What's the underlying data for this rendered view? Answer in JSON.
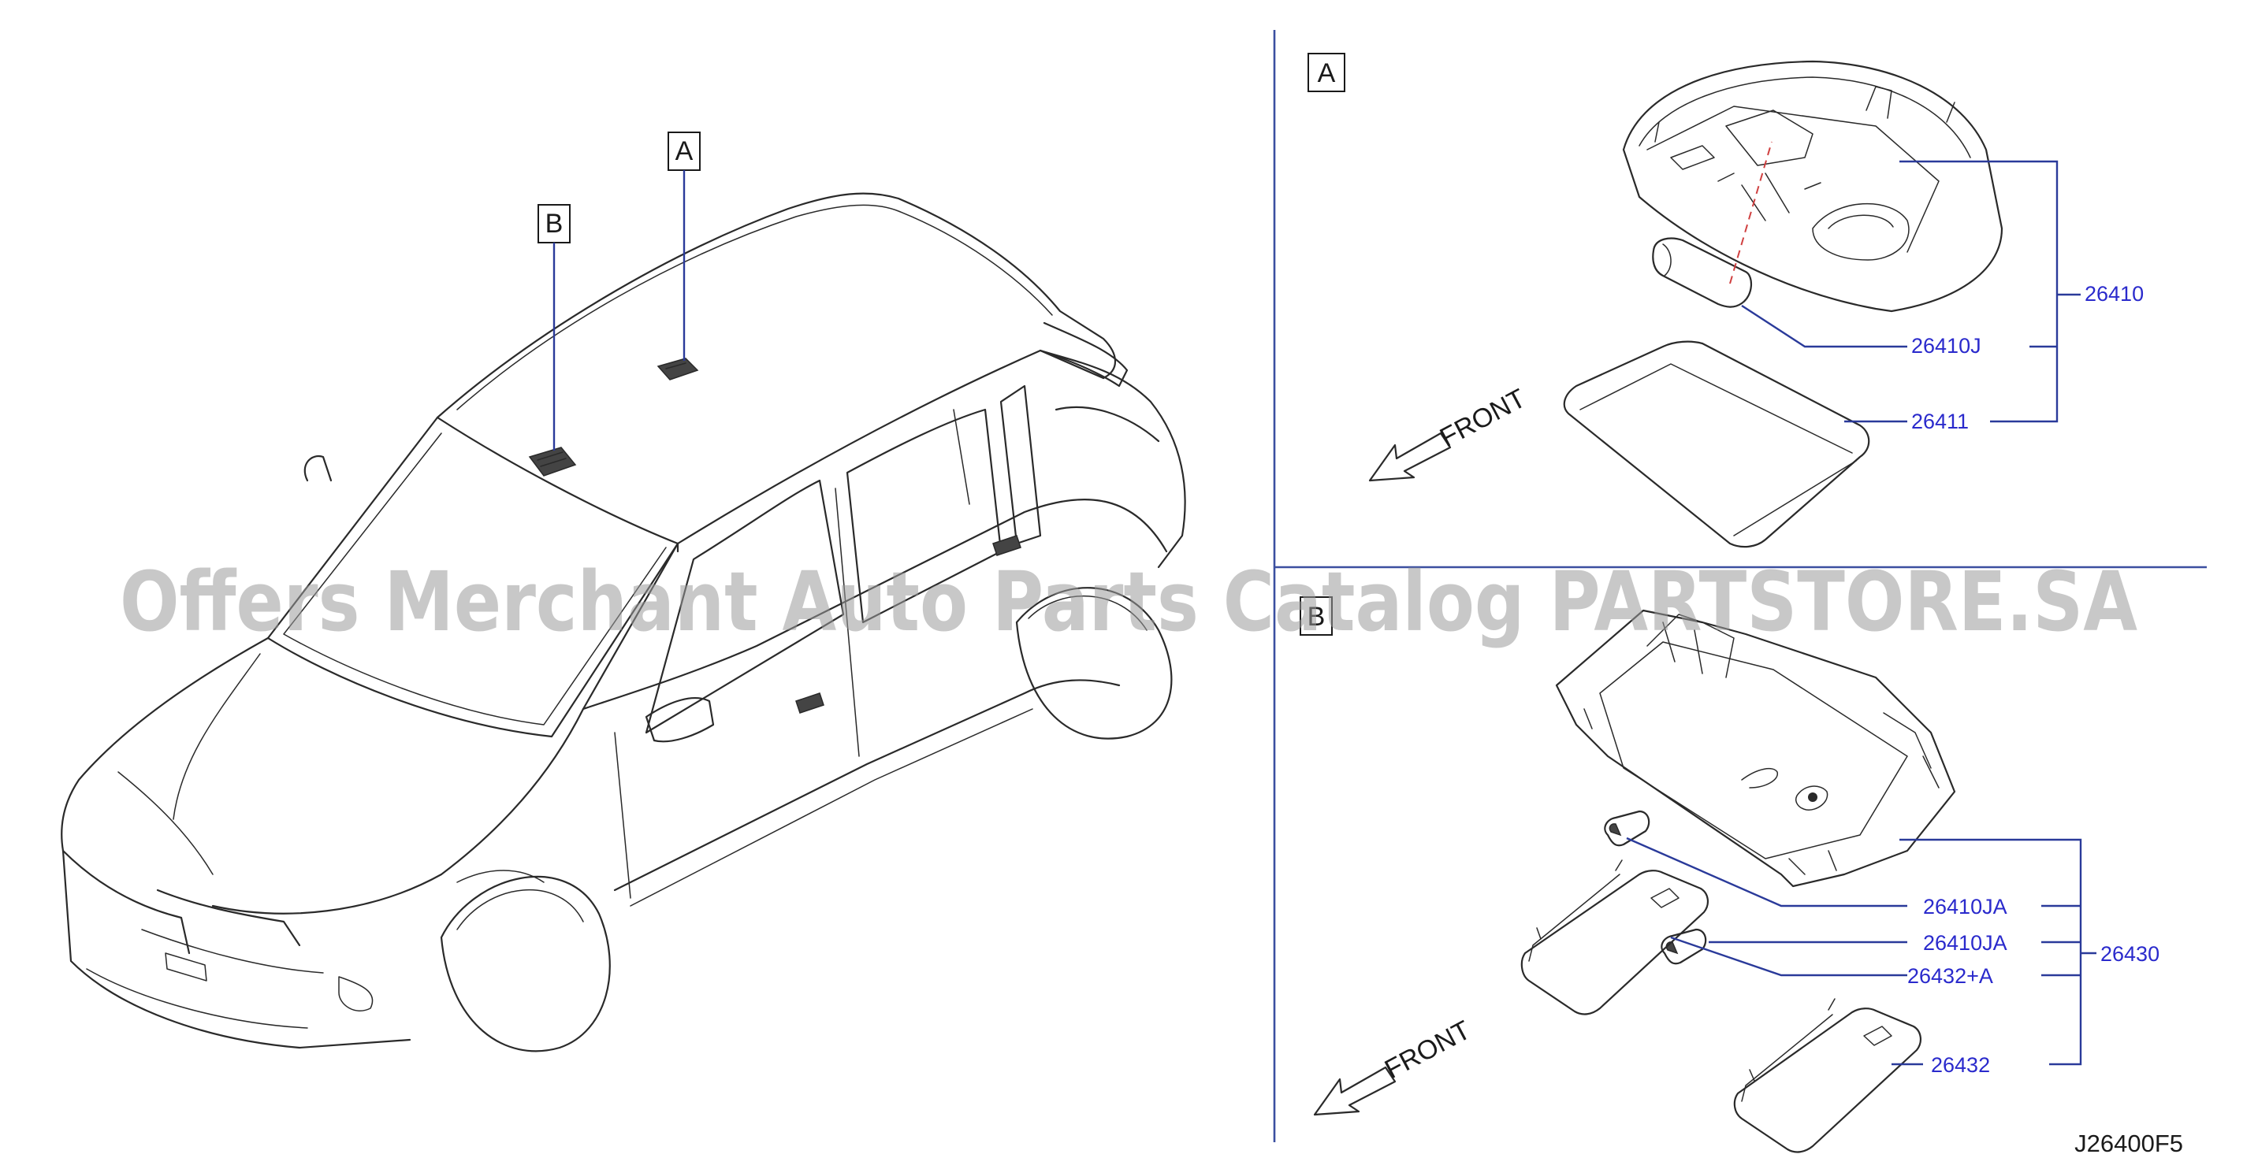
{
  "watermark": "Offers Merchant Auto Parts Catalog PARTSTORE.SA",
  "diagram_ref": "J26400F5",
  "overview": {
    "label_a": "A",
    "label_b": "B"
  },
  "panel_a": {
    "label": "A",
    "front": "FRONT",
    "callouts": [
      "26410",
      "26410J",
      "26411"
    ]
  },
  "panel_b": {
    "label": "B",
    "front": "FRONT",
    "callouts": [
      "26410JA",
      "26410JA",
      "26432+A",
      "26430",
      "26432"
    ]
  },
  "colors": {
    "line_art": "#2a2a2a",
    "leader": "#2a3a9a",
    "callout_text": "#2a2acc",
    "divider": "#3b4fa0",
    "watermark": "#9a9a9a"
  }
}
